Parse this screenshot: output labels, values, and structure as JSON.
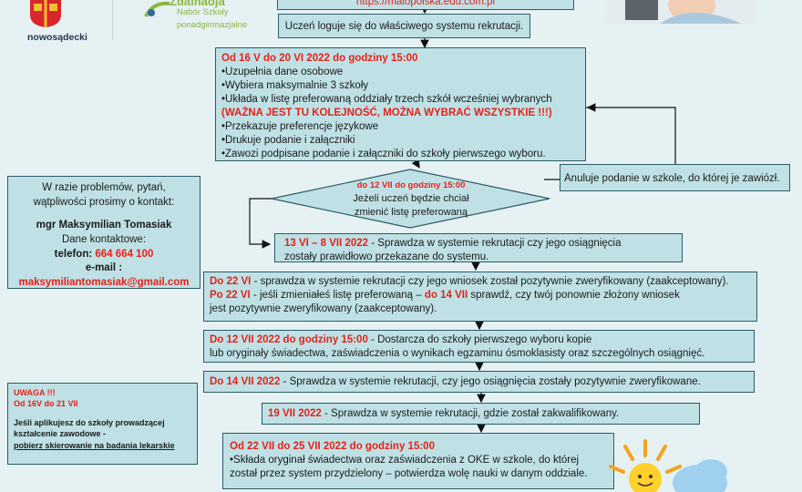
{
  "header": {
    "logo_label": "nowosądecki",
    "logo2_title": "Zdalnaoja",
    "logo2_sub1": "Nabór Szkoły",
    "logo2_sub2": "ponadgimnazjalne"
  },
  "colors": {
    "box_fill": "#bfe1e6",
    "border": "#2d5b66",
    "accent_red": "#e2231a",
    "text": "#1a1a1a"
  },
  "url_box": {
    "text": "https://malopolska.edu.com.pl"
  },
  "login_box": {
    "text": "Uczeń loguje się do właściwego systemu rekrutacji."
  },
  "step1": {
    "title": "Od 16 V do 20 VI 2022 do godziny 15:00",
    "items": [
      "•Uzupełnia dane osobowe",
      "•Wybiera maksymalnie 3 szkoły",
      "•Układa w listę preferowaną oddziały trzech szkół wcześniej wybranych",
      "(WAŻNA JEST TU KOLEJNOŚĆ, MOŻNA WYBRAĆ WSZYSTKIE !!!)",
      "•Przekazuje preferencje językowe",
      "•Drukuje podanie i załączniki",
      "•Zawozi podpisane podanie i załączniki do szkoły pierwszego wyboru."
    ]
  },
  "cancel_box": {
    "text": "Anuluje podanie w szkole, do której je zawiózł."
  },
  "decision": {
    "date": "do 12 VII do godziny 15:00",
    "line1": "Jeżeli uczeń będzie chciał",
    "line2": "zmienić listę preferowaną"
  },
  "contact": {
    "line1": "W razie problemów, pytań,",
    "line2": "wątpliwości prosimy o kontakt:",
    "name": "mgr Maksymilian Tomasiak",
    "details_label": "Dane kontaktowe:",
    "phone_label": "telefon:",
    "phone": "664 664 100",
    "email_label": "e-mail :",
    "email": "maksymiliantomasiak@gmail.com"
  },
  "step2": {
    "date": "13 VI – 8 VII 2022",
    "text1": " - Sprawdza w systemie rekrutacji czy jego osiągnięcia",
    "text2": "zostały prawidłowo przekazane do systemu."
  },
  "step3": {
    "date1": "Do 22 VI",
    "text1": " - sprawdza w systemie rekrutacji czy jego wniosek został pozytywnie zweryfikowany (zaakceptowany).",
    "date2": "Po 22 VI",
    "text2a": " - jeśli zmieniałeś listę preferowaną – ",
    "date2b": "do 14 VII",
    "text2b": " sprawdź, czy twój ponownie złożony wniosek",
    "text3": "jest pozytywnie zweryfikowany (zaakceptowany)."
  },
  "step4": {
    "date": "Do 12 VII 2022 do godziny 15:00",
    "text1": " - Dostarcza do szkoły pierwszego wyboru kopie",
    "text2": "lub oryginały świadectwa, zaświadczenia o wynikach egzaminu ósmoklasisty oraz szczególnych osiągnięć."
  },
  "step5": {
    "date": "Do 14 VII 2022",
    "text": " - Sprawdza w systemie rekrutacji, czy jego osiągnięcia zostały pozytywnie zweryfikowane."
  },
  "step6": {
    "date": "19 VII 2022",
    "text": " - Sprawdza w systemie rekrutacji, gdzie został zakwalifikowany."
  },
  "step7": {
    "title": "Od 22 VII do 25 VII 2022 do godziny 15:00",
    "text1": "•Składa oryginał świadectwa oraz zaświadczenia z OKE w szkole, do której",
    "text2": "został przez system przydzielony – potwierdza wolę nauki w danym oddziale."
  },
  "warning": {
    "title": "UWAGA !!!",
    "dates": "Od 16V do 21 VII",
    "line1": "Jeśli aplikujesz do szkoły prowadzącej",
    "line2": "kształcenie zawodowe -",
    "line3": "pobierz skierowanie na badania lekarskie"
  }
}
